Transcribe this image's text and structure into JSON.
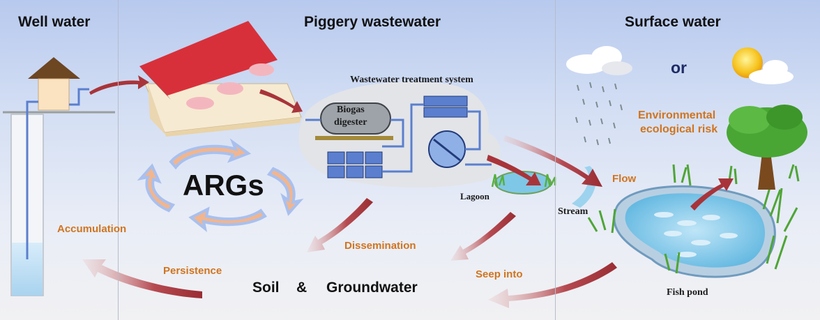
{
  "sections": {
    "well": "Well water",
    "piggery": "Piggery wastewater",
    "surface": "Surface water"
  },
  "labels": {
    "treatment_system": "Wastewater treatment system",
    "biogas_line1": "Biogas",
    "biogas_line2": "digester",
    "lagoon": "Lagoon",
    "or": "or",
    "env_risk_line1": "Environmental",
    "env_risk_line2": "ecological risk",
    "flow": "Flow",
    "stream": "Stream",
    "args": "ARGs",
    "accumulation": "Accumulation",
    "dissemination": "Dissemination",
    "persistence": "Persistence",
    "seep_into": "Seep into",
    "soil": "Soil",
    "amp": "&",
    "groundwater": "Groundwater",
    "fish_pond": "Fish pond"
  },
  "colors": {
    "arrow_red": "#a8343a",
    "pipe_blue": "#5b7fce",
    "orange_text": "#d0741f",
    "roof_red": "#d8303a",
    "water_blue": "#7fc7e6"
  }
}
